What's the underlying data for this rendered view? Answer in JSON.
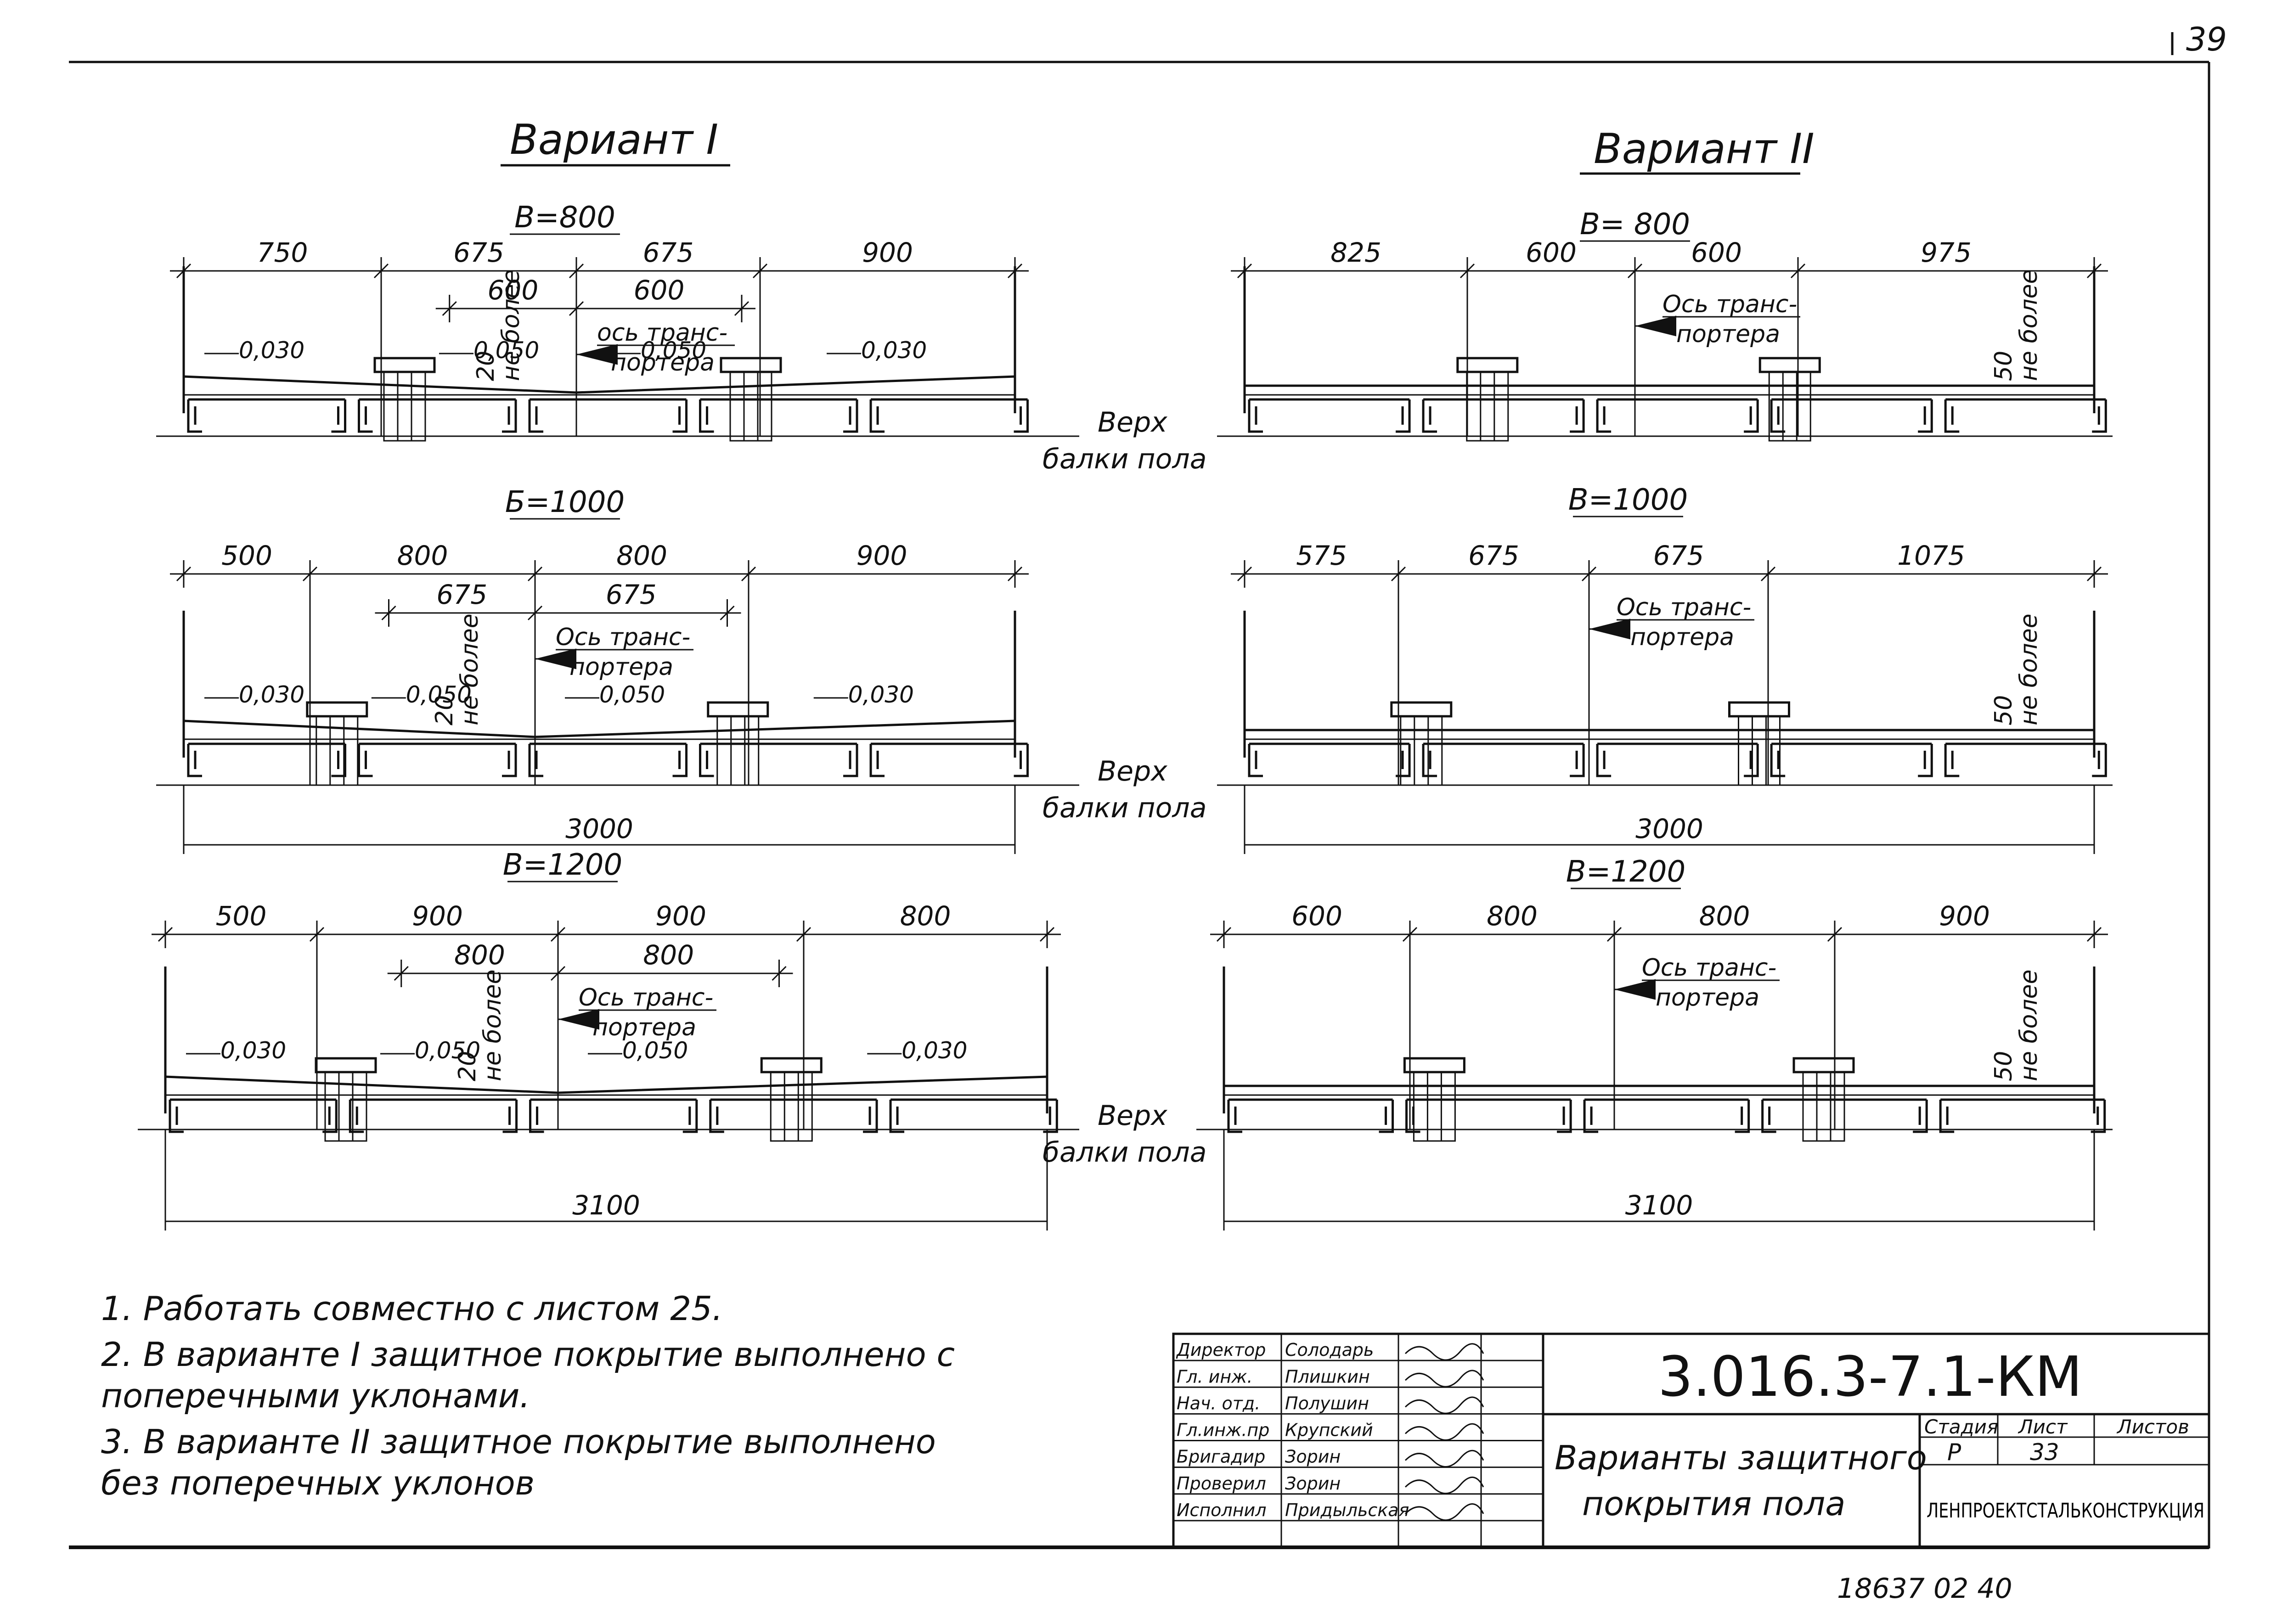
{
  "page_number": "39",
  "variants": [
    {
      "title": "Вариант I",
      "panels": [
        {
          "b_label": "B=800",
          "dims": [
            "750",
            "675",
            "675",
            "900"
          ],
          "sub_dims": [
            "600",
            "600"
          ],
          "axis_label_1": "ось транс-",
          "axis_label_2": "портера",
          "slopes": [
            "0,030",
            "0,050",
            "0,050",
            "0,030"
          ],
          "limit_value": "20",
          "limit_text": "не более",
          "top_label_1": "Верх",
          "top_label_2": "балки пола",
          "total": ""
        },
        {
          "b_label": "Б=1000",
          "dims": [
            "500",
            "800",
            "800",
            "900"
          ],
          "sub_dims": [
            "675",
            "675"
          ],
          "axis_label_1": "Ось транс-",
          "axis_label_2": "портера",
          "slopes": [
            "0,030",
            "0,050",
            "0,050",
            "0,030"
          ],
          "limit_value": "20",
          "limit_text": "не более",
          "top_label_1": "Верх",
          "top_label_2": "балки пола",
          "total": "3000"
        },
        {
          "b_label": "B=1200",
          "dims": [
            "500",
            "900",
            "900",
            "800"
          ],
          "sub_dims": [
            "800",
            "800"
          ],
          "axis_label_1": "Ось транс-",
          "axis_label_2": "портера",
          "slopes": [
            "0,030",
            "0,050",
            "0,050",
            "0,030"
          ],
          "limit_value": "20",
          "limit_text": "не более",
          "top_label_1": "Верх",
          "top_label_2": "балки пола",
          "total": "3100"
        }
      ]
    },
    {
      "title": "Вариант II",
      "panels": [
        {
          "b_label": "B= 800",
          "dims": [
            "825",
            "600",
            "600",
            "975"
          ],
          "axis_label_1": "Ось транс-",
          "axis_label_2": "портера",
          "limit_value": "50",
          "limit_text": "не более",
          "total": ""
        },
        {
          "b_label": "B=1000",
          "dims": [
            "575",
            "675",
            "675",
            "1075"
          ],
          "axis_label_1": "Ось транс-",
          "axis_label_2": "портера",
          "limit_value": "50",
          "limit_text": "не более",
          "total": "3000"
        },
        {
          "b_label": "B=1200",
          "dims": [
            "600",
            "800",
            "800",
            "900"
          ],
          "axis_label_1": "Ось транс-",
          "axis_label_2": "портера",
          "limit_value": "50",
          "limit_text": "не более",
          "total": "3100"
        }
      ]
    }
  ],
  "notes": [
    "1.  Работать совместно с листом 25.",
    "2.  В варианте I защитное покрытие выполнено с",
    "     поперечными уклонами.",
    "3.  В варианте II защитное покрытие выполнено",
    "     без поперечных уклонов"
  ],
  "title_block": {
    "code": "3.016.3-7.1-КМ",
    "roles": [
      "Директор",
      "Гл. инж.",
      "Нач. отд.",
      "Гл.инж.пр",
      "Бригадир",
      "Проверил",
      "Исполнил"
    ],
    "names": [
      "Солодарь",
      "Плишкин",
      "Полушин",
      "Крупский",
      "Зорин",
      "Зорин",
      "Придыльская"
    ],
    "drawing_title_1": "Варианты защитного",
    "drawing_title_2": "покрытия пола",
    "stage_label": "Стадия",
    "sheet_label": "Лист",
    "sheets_label": "Листов",
    "stage": "Р",
    "sheet": "33",
    "sheets": "",
    "organization": "ЛЕНПРОЕКТСТАЛЬКОНСТРУКЦИЯ"
  },
  "archive_number": "18637  02  40"
}
